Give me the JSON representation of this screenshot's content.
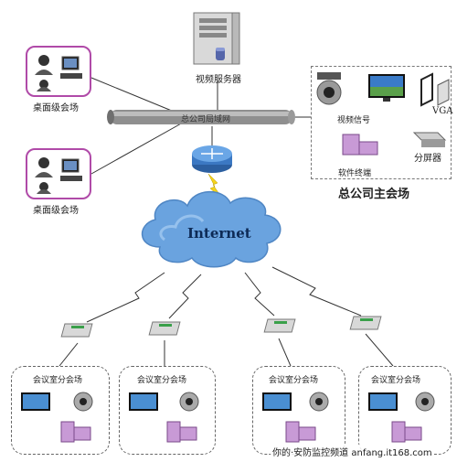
{
  "server_label": "视频服务器",
  "desktop_venue_label_1": "桌面级会场",
  "desktop_venue_label_2": "桌面级会场",
  "backbone_label": "总公司局域网",
  "internet_label": "Internet",
  "main_venue": {
    "title": "总公司主会场",
    "video_signal_label": "视频信号",
    "vga_label": "VGA",
    "splitter_label": "分屏器",
    "terminal_label": "软件终端"
  },
  "branch_venues": [
    {
      "label": "会议室分会场"
    },
    {
      "label": "会议室分会场"
    },
    {
      "label": "会议室分会场"
    },
    {
      "label": "会议室分会场"
    }
  ],
  "watermark": "你的·安防监控频道  anfang.it168.com",
  "colors": {
    "accent_border": "#b04aa8",
    "cloud": "#6aa3df",
    "router": "#3b78c3"
  }
}
